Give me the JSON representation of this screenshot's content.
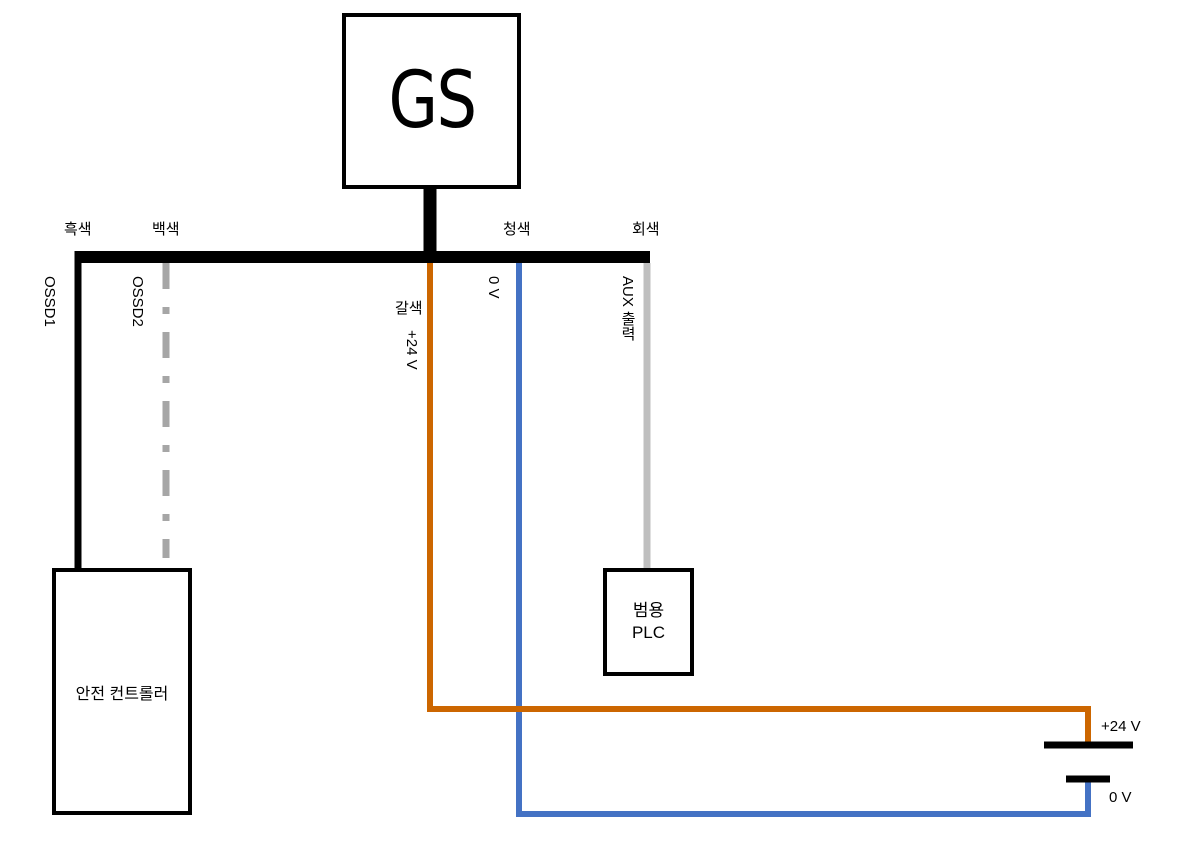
{
  "diagram": {
    "sensor": {
      "label": "GS"
    },
    "controller": {
      "label": "안전 컨트롤러"
    },
    "plc": {
      "line1": "범용",
      "line2": "PLC"
    },
    "wires": [
      {
        "id": "ossd1",
        "color_name": "흑색",
        "signal": "OSSD1",
        "color": "#000000",
        "style": "solid"
      },
      {
        "id": "ossd2",
        "color_name": "백색",
        "signal": "OSSD2",
        "color": "#a6a6a6",
        "style": "dash-dot"
      },
      {
        "id": "p24",
        "color_name": "갈색",
        "signal": "+24 V",
        "color": "#cc6600",
        "style": "solid"
      },
      {
        "id": "zero",
        "color_name": "청색",
        "signal": "0 V",
        "color": "#4472c4",
        "style": "solid"
      },
      {
        "id": "aux",
        "color_name": "회색",
        "signal": "AUX 출력",
        "color": "#bfbfbf",
        "style": "solid"
      }
    ],
    "power_supply": {
      "positive_label": "+24 V",
      "negative_label": "0 V"
    },
    "bus_color": "#000000"
  }
}
